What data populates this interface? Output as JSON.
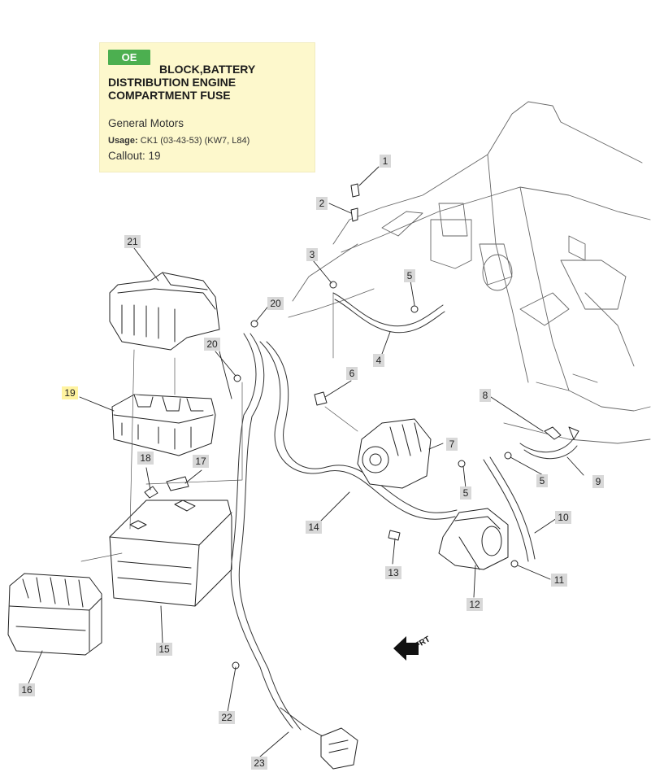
{
  "info": {
    "badge": "OE",
    "title": "BLOCK,BATTERY DISTRIBUTION ENGINE COMPARTMENT FUSE",
    "manufacturer": "General Motors",
    "usage_label": "Usage:",
    "usage_value": "CK1 (03-43-53) (KW7, L84)",
    "callout_label": "Callout:",
    "callout_value": "19"
  },
  "colors": {
    "badge": "#4caf50",
    "infobox": "#fdf8cc",
    "label_bg": "#d8d8d8",
    "highlight": "#fff3a0"
  },
  "direction_marker": "FRT",
  "callouts": [
    "1",
    "2",
    "3",
    "4",
    "5",
    "5",
    "5",
    "6",
    "7",
    "8",
    "9",
    "10",
    "11",
    "12",
    "13",
    "14",
    "15",
    "16",
    "17",
    "18",
    "19",
    "20",
    "20",
    "21",
    "22",
    "23"
  ]
}
